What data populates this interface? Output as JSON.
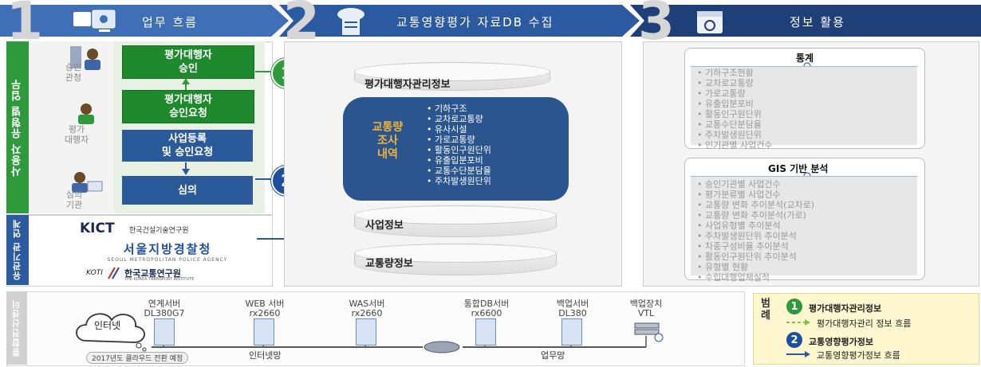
{
  "header": {
    "steps": [
      {
        "num": "1",
        "title": "업무 흐름"
      },
      {
        "num": "2",
        "title": "교통영향평가 자료DB 수집"
      },
      {
        "num": "3",
        "title": "정보 활용"
      }
    ]
  },
  "workflow": {
    "side_label": "사용자 유형별 업무",
    "roles": [
      {
        "label": "승인\n관청"
      },
      {
        "label": "평가\n대행자"
      },
      {
        "label": "심의\n기관"
      }
    ],
    "boxes": [
      {
        "text": "평가대행자\n승인"
      },
      {
        "text": "평가대행자\n승인요청"
      },
      {
        "text": "사업등록\n및 승인요청"
      },
      {
        "text": "심의"
      }
    ]
  },
  "agencies": {
    "side_label": "유관기관 연계",
    "kict_main": "KICT",
    "kict_sub": "한국건설기술연구원",
    "police_main": "서울지방경찰청",
    "police_sub": "SEOUL METROPOLITAN POLICE AGENCY",
    "koti_prefix": "KOTI",
    "koti_main": "한국교통연구원",
    "koti_sub": "THE KOREA TRANSPORT INSTITUTE"
  },
  "flows": {
    "circle1": "1",
    "circle2": "2"
  },
  "db": {
    "top_label": "평가대행자관리정보",
    "survey_title": "교통량\n조사\n내역",
    "survey_items": [
      "기하구조",
      "교차로교통량",
      "유사시설",
      "가로교통량",
      "활동인구원단위",
      "유출입분포비",
      "교통수단분담율",
      "주차발생원단위"
    ],
    "project_label": "사업정보",
    "traffic_label": "교통량정보"
  },
  "utilization": {
    "stats_title": "통계",
    "stats_items": [
      "기하구조현황",
      "교차로교통량",
      "가로교통량",
      "유출입분포비",
      "활동인구원단위",
      "교통수단분담율",
      "주차발생원단위",
      "인기관별 사업건수"
    ],
    "gis_title": "GIS 기반 분석",
    "gis_items": [
      "승인기관별 사업건수",
      "평가분류별 사업건수",
      "교통량 변화 추이분석(교차로)",
      "교통량 변화 추이분석(가로)",
      "사업유형별 추이분석",
      "주차발생원단위 추이분석",
      "차종구성비율 추이분석",
      "활동인구원단위 추이분석",
      "유형별 현황",
      "수립대행업체실적"
    ]
  },
  "infra": {
    "side_label": "통합전산센터",
    "cloud_label": "인터넷",
    "note": "2017년도 클라우드 전환 예정",
    "servers": [
      {
        "name": "연계서버",
        "model": "DL380G7"
      },
      {
        "name": "WEB 서버",
        "model": "rx2660"
      },
      {
        "name": "WAS서버",
        "model": "rx2660"
      },
      {
        "name": "통합DB서버",
        "model": "rx6600"
      },
      {
        "name": "백업서버",
        "model": "DL380"
      },
      {
        "name": "백업장치",
        "model": "VTL"
      }
    ],
    "net_internet": "인터넷망",
    "net_business": "업무망"
  },
  "legend": {
    "title": "범례",
    "items": [
      {
        "num": "1",
        "label": "평가대행자관리정보"
      },
      {
        "num": "",
        "label": "평가대행자관리 정보 흐름"
      },
      {
        "num": "2",
        "label": "교통영향평가정보"
      },
      {
        "num": "",
        "label": "교통영향평가정보 흐름"
      }
    ]
  }
}
